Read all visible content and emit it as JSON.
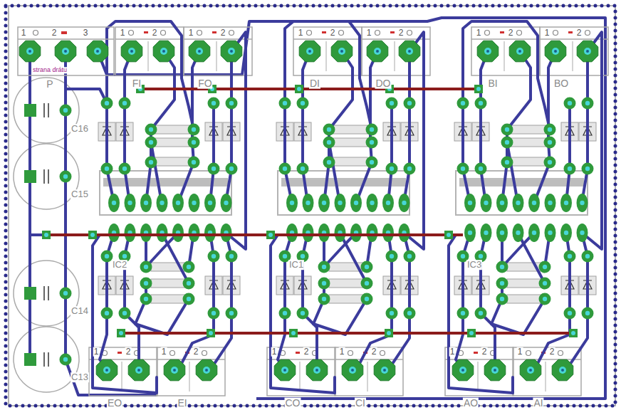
{
  "diagram": {
    "labels": [
      "1",
      "2",
      "3",
      "strana drátu",
      "P",
      "1",
      "2",
      "FI",
      "1",
      "2",
      "FO",
      "1",
      "2",
      "DI",
      "1",
      "2",
      "DO",
      "1",
      "2",
      "BI",
      "1",
      "2",
      "BO",
      "1",
      "2",
      "EO",
      "1",
      "2",
      "EI",
      "1",
      "2",
      "CO",
      "1",
      "2",
      "CI",
      "1",
      "2",
      "AO",
      "1",
      "2",
      "AI",
      "C16",
      "C15",
      "C14",
      "C13",
      "IC2",
      "IC1",
      "IC3"
    ]
  }
}
